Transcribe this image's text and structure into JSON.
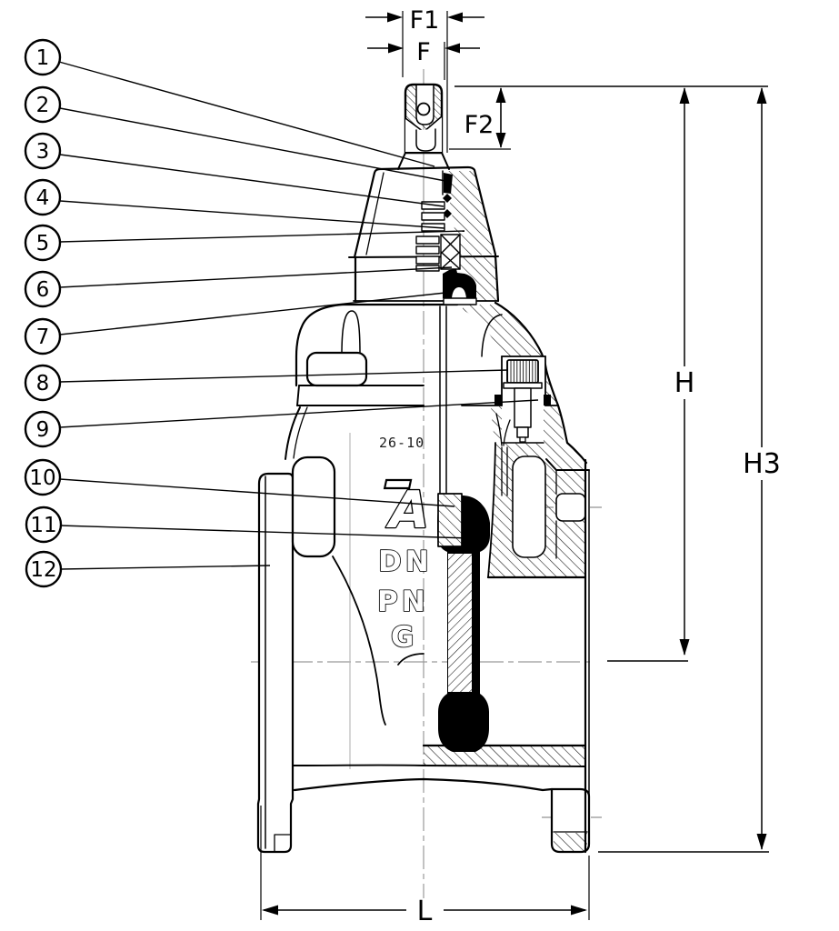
{
  "diagram": {
    "subject": "Resilient-seated gate valve sectional drawing with part callouts and dimension labels",
    "background_color": "#ffffff",
    "line_color": "#000000",
    "centerline_color": "#9a9a9a",
    "callouts": [
      {
        "number": "1"
      },
      {
        "number": "2"
      },
      {
        "number": "3"
      },
      {
        "number": "4"
      },
      {
        "number": "5"
      },
      {
        "number": "6"
      },
      {
        "number": "7"
      },
      {
        "number": "8"
      },
      {
        "number": "9"
      },
      {
        "number": "10"
      },
      {
        "number": "11"
      },
      {
        "number": "12"
      }
    ],
    "dimension_labels": {
      "f1": "F1",
      "f": "F",
      "f2": "F2",
      "h": "H",
      "h3": "H3",
      "l": "L"
    },
    "cast_markings": {
      "code": "26-10",
      "logo_letter": "A",
      "dn_label": "DN",
      "pn_label": "PN",
      "g_label": "G"
    }
  }
}
